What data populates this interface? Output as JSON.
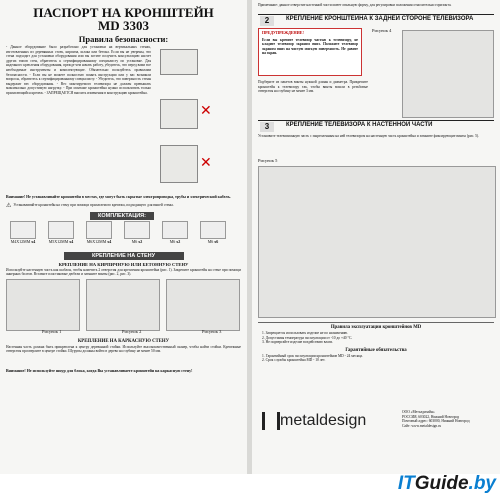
{
  "left": {
    "title_1": "ПАСПОРТ НА КРОНШТЕЙН",
    "title_2": "MD 3303",
    "safety_heading": "Правила безопасности:",
    "safety_text": "- Данное оборудование было разработано для установки на вертикальных стенах, изготовленных из деревянных стоек, кирпича, шлака или бетона. Если вы не уверены, что стена подходит для установки оборудования или вы хотите получить консультацию насчет других типов стен, обратитесь к сертифицированному специалисту по установке. Для надежного крепления оборудования, прежде чем начать работу, убедитесь, что перед вами все необходимые инструменты и комплектующие. Обязательно пользуйтесь правилами безопасности. - Если вы не можете полностью понять инструкции или у вас возникли вопросы, обратитесь к сертифицированному специалисту. - Убедитесь, что поверхность стены выдержит вес оборудования. - Вес монтируемого телевизора не должен превышать максимально допустимую нагрузку. - При монтаже кронштейна нужно использовать только прилагающийся крепеж. - ЗАПРЕЩАЕТСЯ вносить изменения в конструкцию кронштейна.",
    "warning_text": "Внимание! Не устанавливайте кронштейн в местах, где могут быть скрытые электропроводка, трубы и электрический кабель.",
    "note_text": "Устанавливайте кронштейн на стену при помощи прилагаемого крепежа, подходящего для вашей стены.",
    "kit_heading": "КОМПЛЕКТАЦИЯ:",
    "kit_items": [
      {
        "label": "M4X12MM",
        "count": "x4"
      },
      {
        "label": "M5X12MM",
        "count": "x4"
      },
      {
        "label": "M6X12MM",
        "count": "x4"
      },
      {
        "label": "M6",
        "count": "x2"
      },
      {
        "label": "M6",
        "count": "x2"
      },
      {
        "label": "M6",
        "count": "x6"
      }
    ],
    "wall_heading": "КРЕПЛЕНИЕ НА СТЕНУ",
    "wall_sub": "КРЕПЛЕНИЕ НА КИРПИЧНУЮ ИЛИ БЕТОННУЮ СТЕНУ",
    "wall_text": "Используйте настенную часть как шаблон, чтобы наметить 2 отверстия для крепления кронштейна (рис. 1). Закрепите кронштейн на стене при помощи анкерных болтов. Вставьте пластиковые дюбели и затяните винты (рис. 2, рис. 3).",
    "fig_captions": [
      "Рисунок 1",
      "Рисунок 2",
      "Рисунок 3"
    ],
    "frame_heading": "КРЕПЛЕНИЕ НА КАРКАСНУЮ СТЕНУ",
    "frame_text": "Настенная часть должна быть прикреплена к центру деревянной стойки. Используйте высококачественный сканер, чтобы найти стойки. Крепежные отверстия просверлите в центре стойки. Шурупы должны войти в дерево на глубину не менее 50 мм.",
    "bottom_warning": "Внимание! Не используйте шнур для блока, когда Вы устанавливаете кронштейн на каркасную стену!"
  },
  "right": {
    "top_note": "Примечание: данное отверстие настенной части имеет овальную форму, для регулировки положения относительно горизонта.",
    "sec2_num": "2",
    "sec2_heading": "КРЕПЛЕНИЕ КРОНШТЕЙНА К ЗАДНЕЙ СТОРОНЕ ТЕЛЕВИЗОРА",
    "warning_heading": "ПРЕДУПРЕЖДЕНИЕ!",
    "warning_text": "Если вы крепите телевизор частью к телевизору, не кладите телевизор экраном вниз. Положите телевизор экраном вниз на чистую мягкую поверхность. Не давите на экран.",
    "fig4_caption": "Рисунок 4",
    "sec2_text": "Подберите из пакетов винты нужной длины и диаметра. Прикрепите кронштейн к телевизору так, чтобы винты вошли в резьбовые отверстия на глубину не менее 3 мм.",
    "sec3_num": "3",
    "sec3_heading": "КРЕПЛЕНИЕ ТЕЛЕВИЗОРА К НАСТЕННОЙ ЧАСТИ",
    "sec3_text": "Установите телевизионную часть с закрепленным на ней телевизором на настенную часть кронштейна и затяните фиксирующие винты (рис. 5).",
    "fig5_caption": "Рисунок 5",
    "rules_heading": "Правила эксплуатации кронштейнов MD",
    "rules": [
      "1. Запрещается использовать изделие не по назначению.",
      "2. Допустимая температура эксплуатации от -10 до +40 °С.",
      "3. Не подвергайте изделие воздействию влаги."
    ],
    "warranty_heading": "Гарантийные обязательства",
    "warranty": [
      "1. Гарантийный срок эксплуатации кронштейнов MD - 24 месяца.",
      "2. Срок службы кронштейна MD - 10 лет."
    ],
    "logo_text": "metaldesign",
    "company": [
      "ООО «Металдизайн»",
      "РОССИЯ, 603022, Нижний Новгород",
      "Почтовый адрес: 603000, Нижний Новгород",
      "Сайт: www.metaldesign.ru"
    ]
  },
  "watermark": {
    "prefix": "IT",
    "main": "Guide",
    "suffix": ".by"
  }
}
